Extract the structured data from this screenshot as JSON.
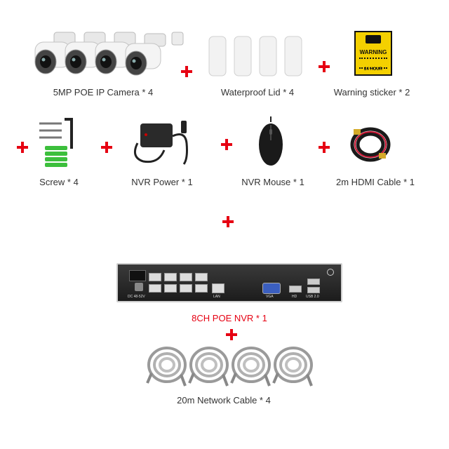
{
  "items": {
    "camera": "5MP POE IP Camera * 4",
    "lid": "Waterproof Lid * 4",
    "sticker": "Warning sticker * 2",
    "screw": "Screw * 4",
    "power": "NVR Power * 1",
    "mouse": "NVR Mouse * 1",
    "hdmi": "2m HDMI Cable * 1",
    "nvr": "8CH POE NVR * 1",
    "network": "20m Network Cable * 4"
  },
  "sticker_text": {
    "title": "WARNING",
    "footer": "24 HOUR"
  },
  "nvr_panel": {
    "dc": "DC 48-52V",
    "lan": "LAN",
    "vga": "VGA",
    "hd": "HD",
    "usb": "USB 2.0"
  },
  "colors": {
    "plus": "#e60012",
    "nvr_label": "#e60012",
    "text": "#333333"
  }
}
